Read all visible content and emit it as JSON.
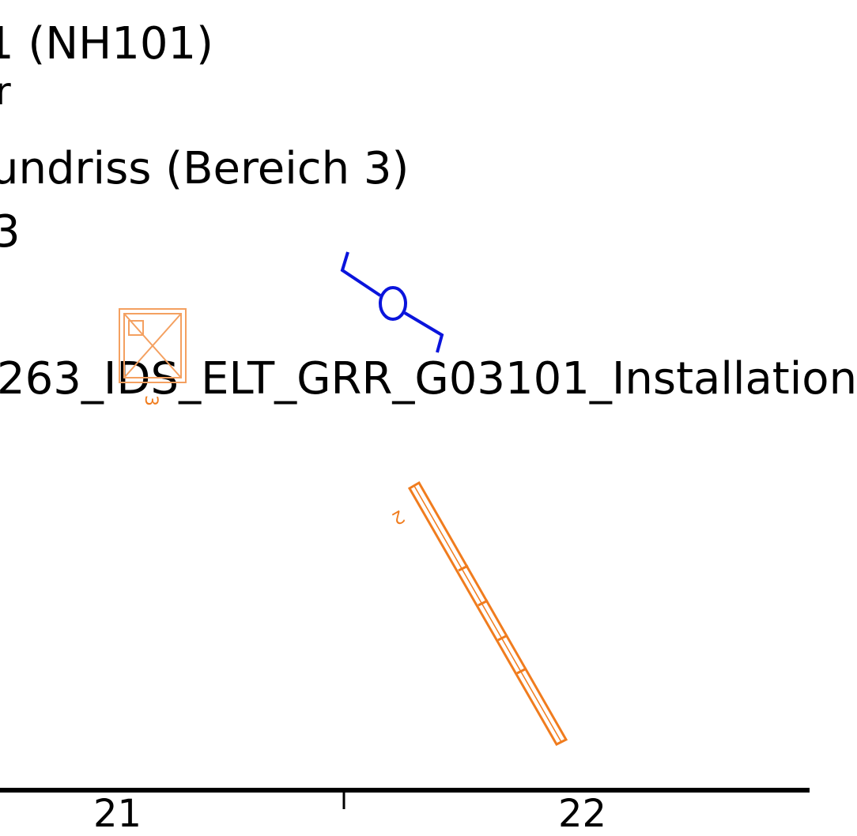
{
  "title_block": {
    "line1": "1 (NH101)",
    "line2": "r",
    "line3": "undriss (Bereich 3)",
    "line4": "3",
    "filename": "263_IDS_ELT_GRR_G03101_Installation"
  },
  "axis": {
    "left_tick_label": "21",
    "right_tick_label": "22"
  },
  "symbols": {
    "box_number": "3",
    "bar_number": "2",
    "colors": {
      "orange": "#f07c1e",
      "orange_light": "#f4a060",
      "blue": "#0a14dc",
      "black": "#000000"
    }
  }
}
